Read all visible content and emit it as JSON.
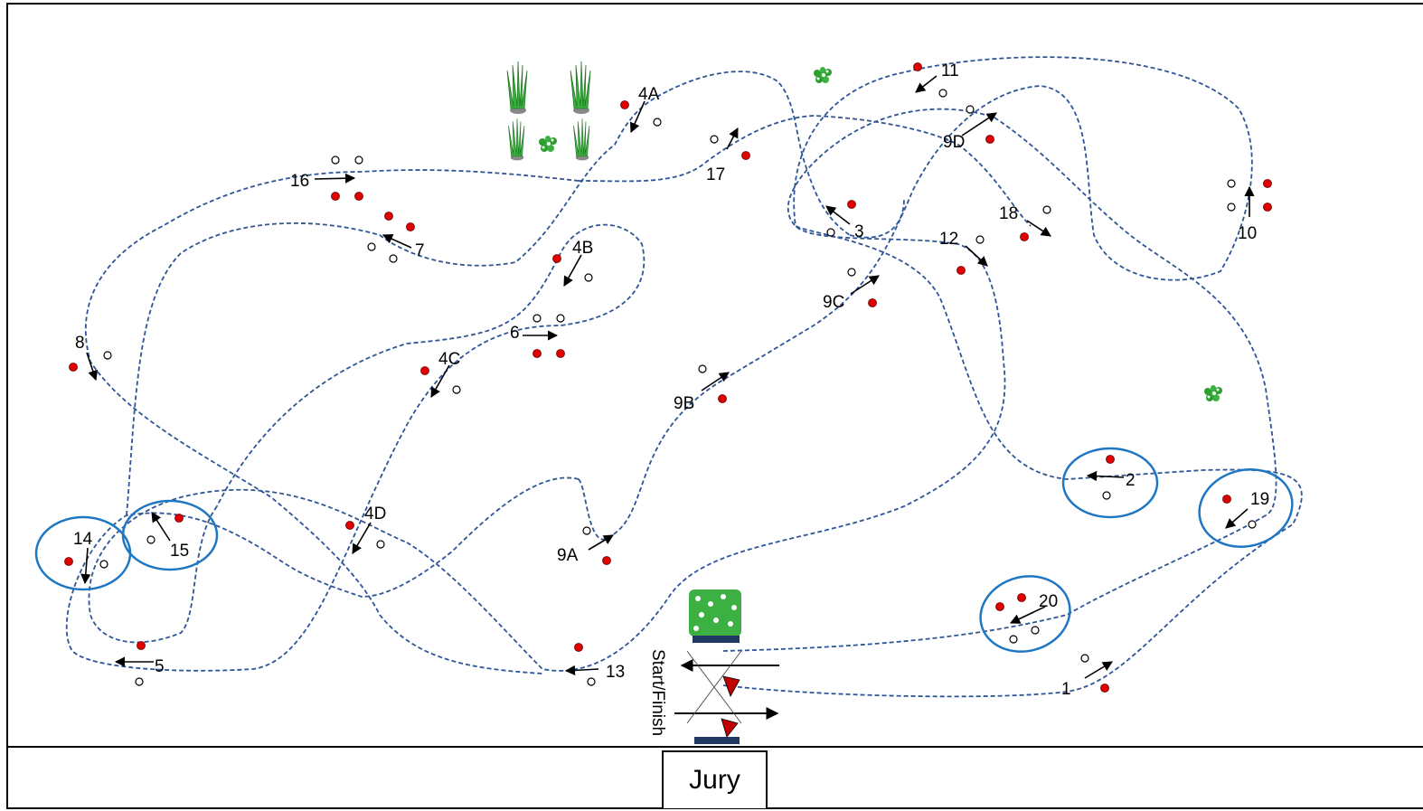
{
  "course": {
    "path_color": "#2F5597",
    "red_flag_color": "#E00000",
    "white_flag_color": "#ffffff",
    "circle_color": "#1F77C4",
    "bush_color": "#2E9E2E",
    "obstacles": [
      {
        "id": "1",
        "label": "1"
      },
      {
        "id": "2",
        "label": "2"
      },
      {
        "id": "3",
        "label": "3"
      },
      {
        "id": "4a",
        "label": "4A"
      },
      {
        "id": "4b",
        "label": "4B"
      },
      {
        "id": "4c",
        "label": "4C"
      },
      {
        "id": "4d",
        "label": "4D"
      },
      {
        "id": "5",
        "label": "5"
      },
      {
        "id": "6",
        "label": "6"
      },
      {
        "id": "7",
        "label": "7"
      },
      {
        "id": "8",
        "label": "8"
      },
      {
        "id": "9a",
        "label": "9A"
      },
      {
        "id": "9b",
        "label": "9B"
      },
      {
        "id": "9c",
        "label": "9C"
      },
      {
        "id": "9d",
        "label": "9D"
      },
      {
        "id": "10",
        "label": "10"
      },
      {
        "id": "11",
        "label": "11"
      },
      {
        "id": "12",
        "label": "12"
      },
      {
        "id": "13",
        "label": "13"
      },
      {
        "id": "14",
        "label": "14"
      },
      {
        "id": "15",
        "label": "15"
      },
      {
        "id": "16",
        "label": "16"
      },
      {
        "id": "17",
        "label": "17"
      },
      {
        "id": "18",
        "label": "18"
      },
      {
        "id": "19",
        "label": "19"
      },
      {
        "id": "20",
        "label": "20"
      }
    ],
    "start_finish_label": "Start/Finish"
  },
  "jury": {
    "label": "Jury"
  }
}
